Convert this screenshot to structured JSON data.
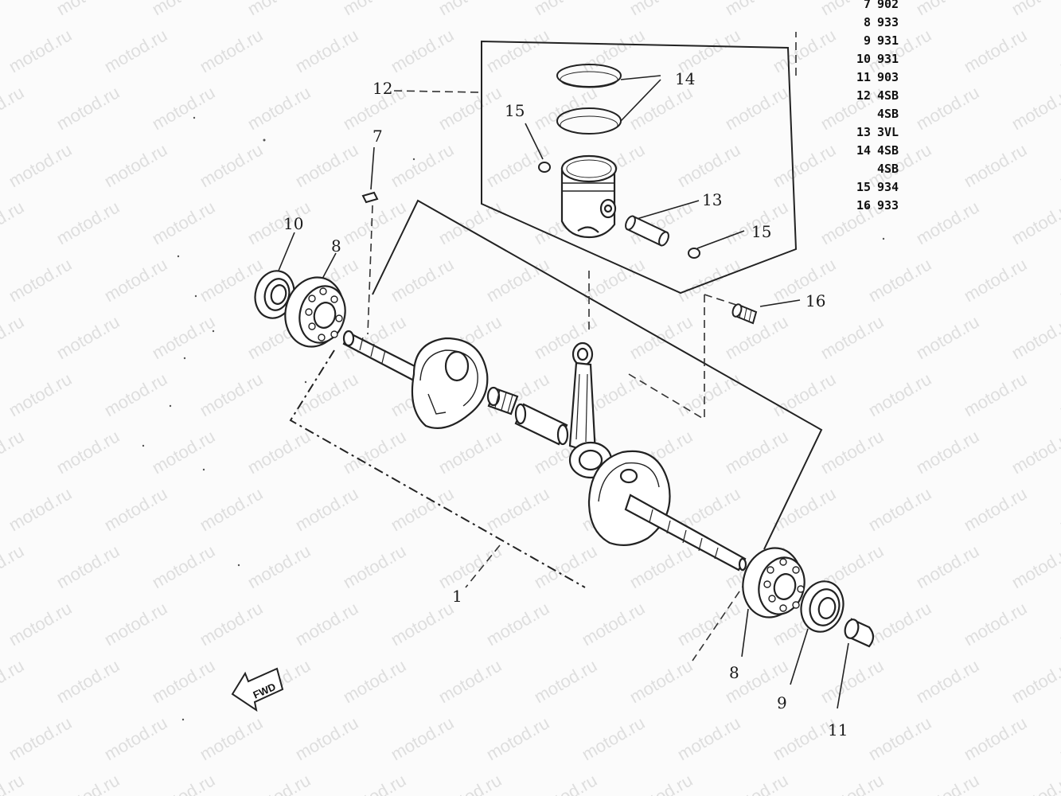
{
  "watermark": "motod.ru",
  "parts_table": [
    {
      "no": "7",
      "code": "902"
    },
    {
      "no": "8",
      "code": "933"
    },
    {
      "no": "9",
      "code": "931"
    },
    {
      "no": "10",
      "code": "931"
    },
    {
      "no": "11",
      "code": "903"
    },
    {
      "no": "12",
      "code": "4SB"
    },
    {
      "no": "",
      "code": "4SB"
    },
    {
      "no": "13",
      "code": "3VL"
    },
    {
      "no": "14",
      "code": "4SB"
    },
    {
      "no": "",
      "code": "4SB"
    },
    {
      "no": "15",
      "code": "934"
    },
    {
      "no": "16",
      "code": "933"
    }
  ],
  "callouts": {
    "c1": "1",
    "c7": "7",
    "c8_left": "8",
    "c8_right": "8",
    "c9": "9",
    "c10": "10",
    "c11": "11",
    "c12": "12",
    "c13": "13",
    "c14": "14",
    "c15_top": "15",
    "c15_right": "15",
    "c16": "16"
  },
  "fwd_label": "FWD"
}
